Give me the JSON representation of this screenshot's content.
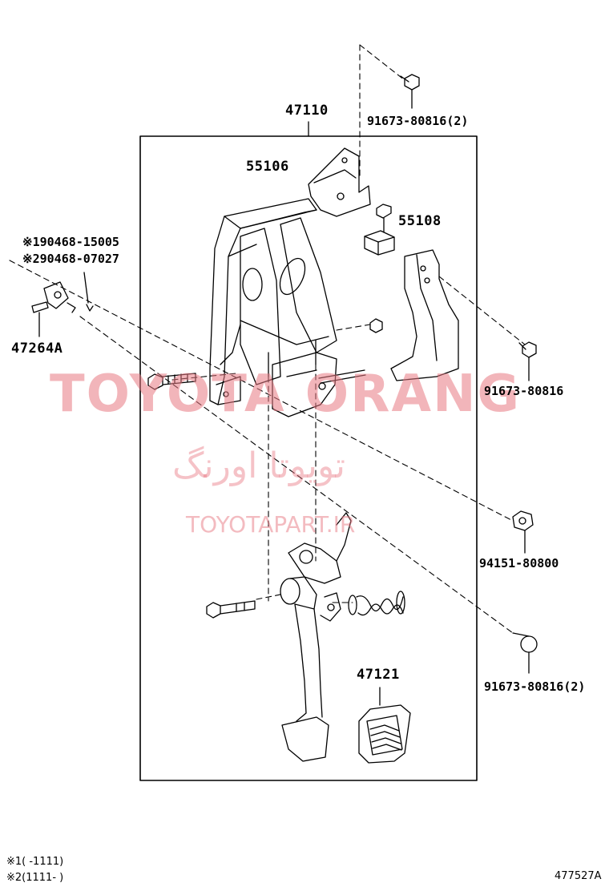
{
  "labels": {
    "bracket_assy": "47110",
    "bracket": "55106",
    "support": "55108",
    "bolt_top": "91673-80816(2)",
    "bolt_right": "91673-80816",
    "nut": "94151-80800",
    "bolt_bottom": "91673-80816(2)",
    "pedal_pad": "47121",
    "part_47264a": "47264A",
    "note1_part": "※190468-15005",
    "note2_part": "※290468-07027"
  },
  "watermark": {
    "brand": "TOYOTA ORANG",
    "brand_fa": "تویوتا اورنگ",
    "site": "TOYOTAPART.IR"
  },
  "footnotes": {
    "note1": "※1(      -1111)",
    "note2": "※2(1111-      )",
    "diagram_id": "477527A"
  }
}
